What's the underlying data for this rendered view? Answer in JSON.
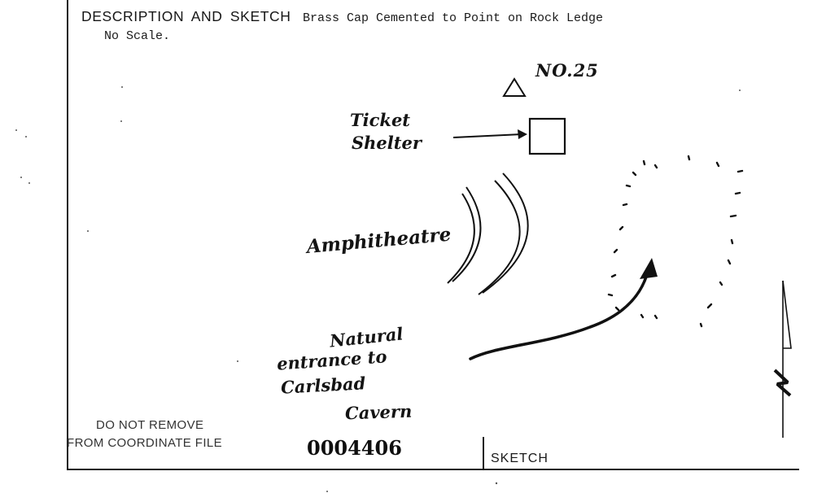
{
  "header": {
    "title": "DESCRIPTION  AND  SKETCH",
    "description": "Brass Cap Cemented to Point on Rock Ledge",
    "scale_note": "No Scale."
  },
  "sketch": {
    "station_label": "NO.25",
    "ticket_line1": "Ticket",
    "ticket_line2": "Shelter",
    "amphitheatre_label": "Amphitheatre",
    "entrance_line1": "Natural",
    "entrance_line2": "entrance to",
    "entrance_line3": "Carlsbad",
    "entrance_line4": "Cavern"
  },
  "footer": {
    "do_not_remove_line1": "DO NOT REMOVE",
    "do_not_remove_line2": "FROM COORDINATE FILE",
    "file_number": "0004406",
    "sketch_label": "SKETCH"
  },
  "icons": {
    "station": "triangle-station-icon",
    "shelter": "square-building-icon",
    "north": "north-arrow-icon"
  }
}
